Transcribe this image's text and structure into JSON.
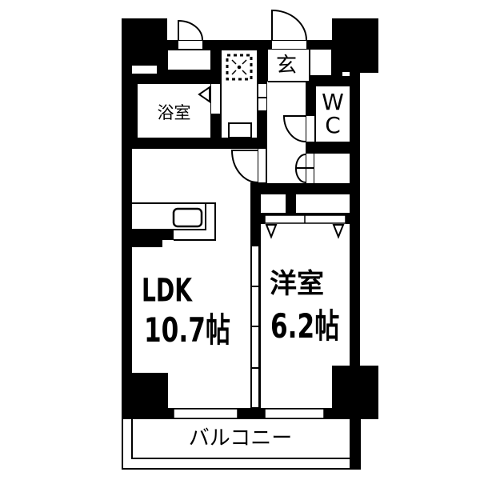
{
  "floor_plan": {
    "rooms": {
      "bath": {
        "label": "浴室"
      },
      "entrance": {
        "label": "玄"
      },
      "wc": {
        "label_line1": "W",
        "label_line2": "C"
      },
      "ldk": {
        "name": "LDK",
        "size": "10.7帖"
      },
      "western_room": {
        "name": "洋室",
        "size": "6.2帖"
      },
      "balcony": {
        "label": "バルコニー"
      }
    },
    "fixtures": [
      "washing-machine-space",
      "washbasin",
      "kitchen-counter",
      "kitchen-sink",
      "closet",
      "shoe-cabinet"
    ],
    "colors": {
      "wall": "#000000",
      "floor": "#ffffff"
    }
  }
}
